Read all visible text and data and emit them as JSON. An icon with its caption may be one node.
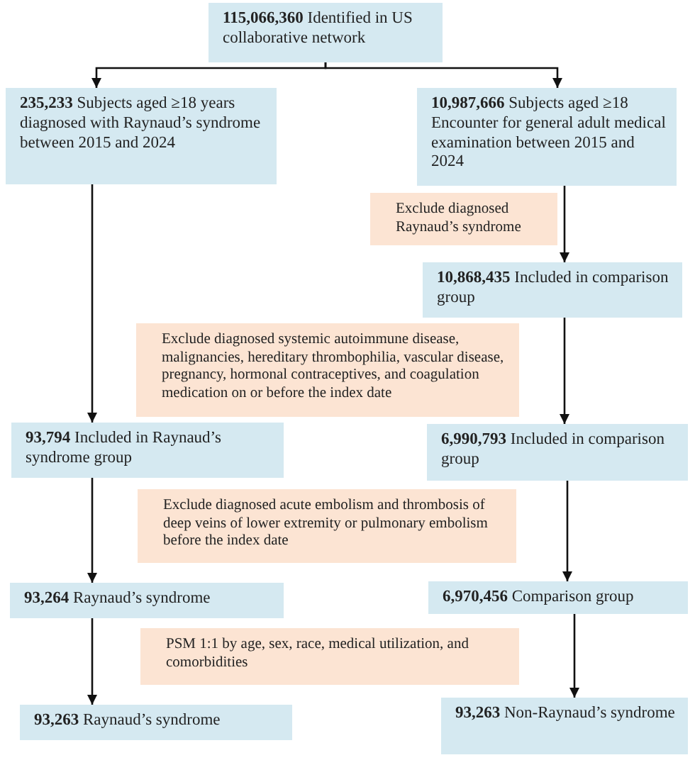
{
  "diagram": {
    "nodes": [
      {
        "text": [
          "**115,066,360** Identified in US collaborative network"
        ]
      },
      {
        "text": [
          "**235,233** Subjects aged ≥18 years diagnosed with Raynaud’s syndrome between 2015 and 2024"
        ]
      },
      {
        "text": [
          "**10,987,666** Subjects aged ≥18 Encounter for general adult medical examination between 2015 and 2024"
        ]
      },
      {
        "text": [
          "Exclude diagnosed Raynaud’s syndrome"
        ]
      },
      {
        "text": [
          "**10,868,435** Included in comparison group"
        ]
      },
      {
        "text": [
          "Exclude diagnosed systemic autoimmune disease, malignancies, hereditary thrombophilia, vascular disease, pregnancy, hormonal contraceptives, and coagulation medication on or before the index date"
        ]
      },
      {
        "text": [
          "**93,794** Included in Raynaud’s syndrome group"
        ]
      },
      {
        "text": [
          "**6,990,793** Included in comparison group"
        ]
      },
      {
        "text": [
          "Exclude diagnosed acute embolism and thrombosis of deep veins of lower extremity or pulmonary embolism before the index date"
        ]
      },
      {
        "text": [
          "**93,264** Raynaud’s syndrome"
        ]
      },
      {
        "text": [
          "**6,970,456** Comparison group"
        ]
      },
      {
        "text": [
          "PSM 1:1 by age, sex, race, medical utilization, and comorbidities"
        ]
      },
      {
        "text": [
          "**93,263** Raynaud’s syndrome"
        ]
      },
      {
        "text": [
          "**93,263** Non-Raynaud’s syndrome"
        ]
      }
    ],
    "edges": [
      {
        "from": 0,
        "to": 1,
        "arrow": "to"
      },
      {
        "from": 0,
        "to": 2,
        "arrow": "to"
      },
      {
        "from": 1,
        "to": 6,
        "arrow": "to"
      },
      {
        "from": 2,
        "to": 4,
        "arrow": "to"
      },
      {
        "from": 4,
        "to": 7,
        "arrow": "to"
      },
      {
        "from": 6,
        "to": 9,
        "arrow": "to"
      },
      {
        "from": 7,
        "to": 10,
        "arrow": "to"
      },
      {
        "from": 9,
        "to": 12,
        "arrow": "to"
      },
      {
        "from": 10,
        "to": 13,
        "arrow": "to"
      }
    ]
  }
}
